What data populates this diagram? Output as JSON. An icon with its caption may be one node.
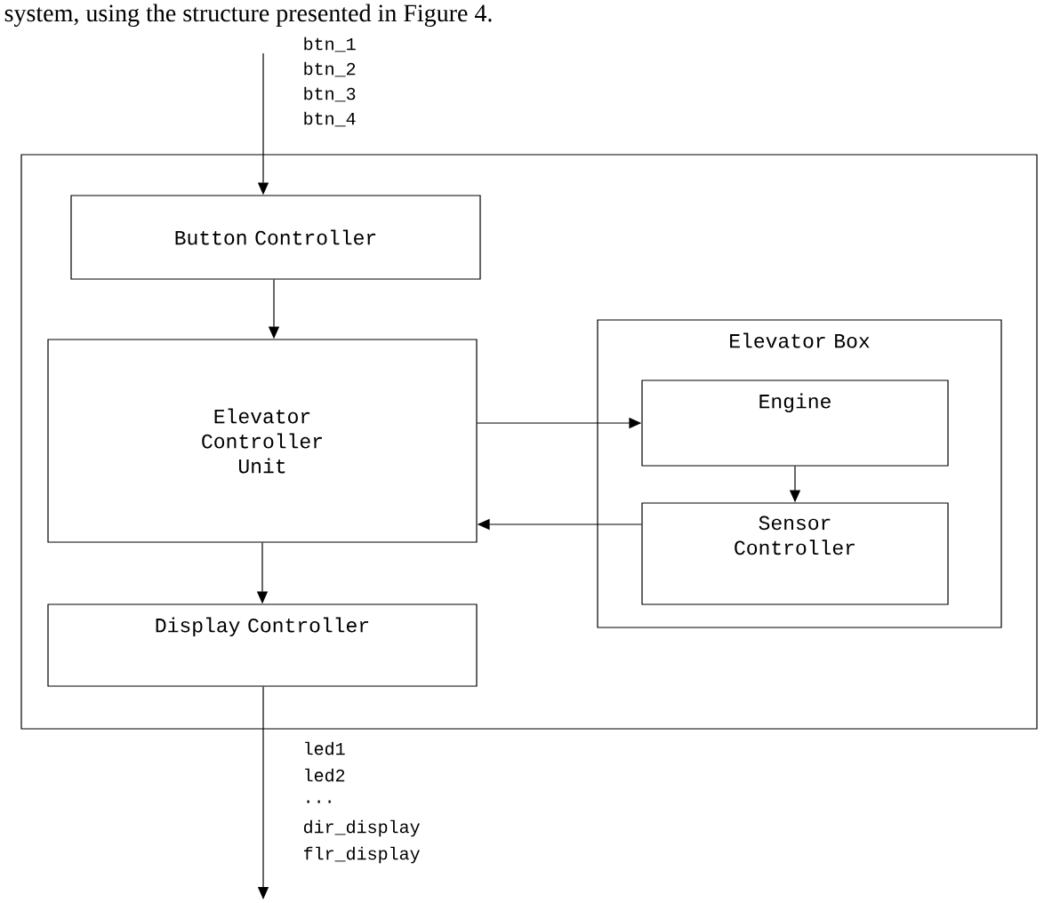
{
  "diagram": {
    "nodes": [
      {
        "text": [],
        "shape": "box"
      },
      {
        "text": [
          "Button Controller"
        ],
        "in": 0
      },
      {
        "text": [
          "Elevator Controller Unit"
        ],
        "in": 0
      },
      {
        "text": [
          "Elevator Box"
        ],
        "in": 0
      },
      {
        "text": [
          "Engine"
        ],
        "in": 3
      },
      {
        "text": [
          "Sensor Controller"
        ],
        "in": 3
      },
      {
        "text": [
          "Display Controller"
        ],
        "in": 0
      }
    ],
    "edges": [
      {
        "from": null,
        "to": 1,
        "arrow": "to"
      },
      {
        "from": 1,
        "to": 2,
        "arrow": "to"
      },
      {
        "from": 2,
        "to": 4,
        "arrow": "to"
      },
      {
        "from": 4,
        "to": 5,
        "arrow": "to"
      },
      {
        "from": 5,
        "to": 2,
        "arrow": "to"
      },
      {
        "from": 2,
        "to": 6,
        "arrow": "to"
      },
      {
        "from": 6,
        "to": null,
        "arrow": "to"
      }
    ],
    "labels": [
      "system, using the structure presented in Figure 4.",
      "btn_1",
      "btn_2",
      "btn_3",
      "btn_4",
      "led1",
      "led2",
      "...",
      "dir_display",
      "flr_display"
    ]
  }
}
